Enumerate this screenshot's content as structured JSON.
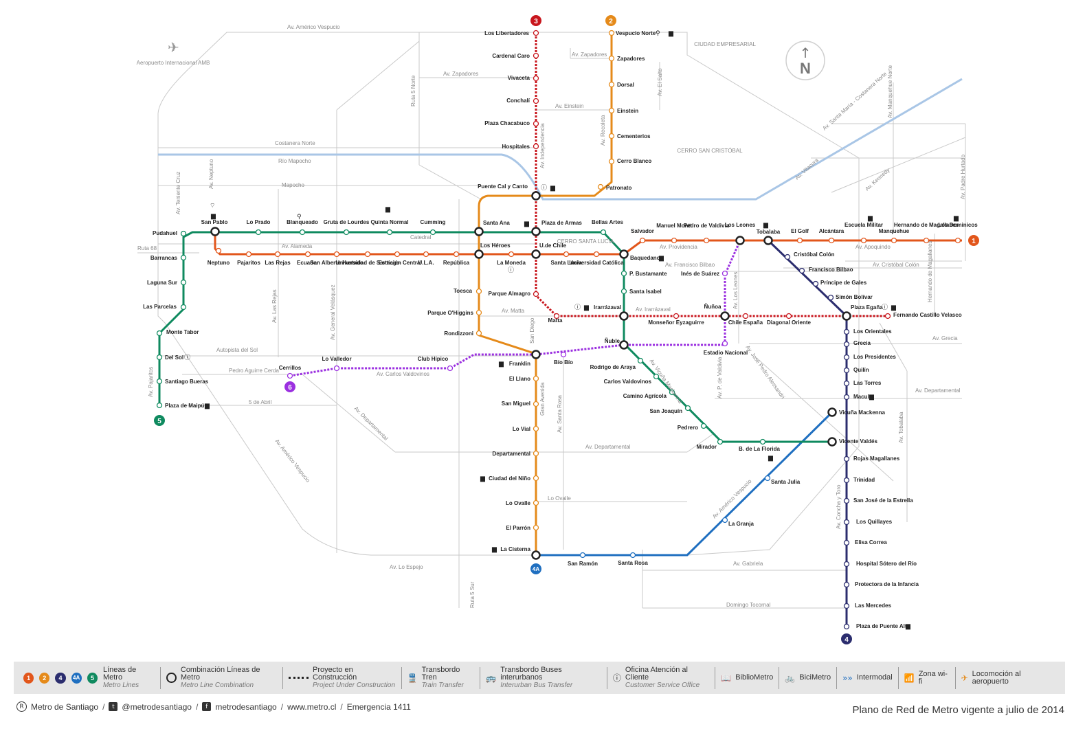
{
  "lines": {
    "l1": {
      "num": "1",
      "color": "#e2561b"
    },
    "l2": {
      "num": "2",
      "color": "#e58a1a"
    },
    "l3": {
      "num": "3",
      "color": "#c8161d"
    },
    "l4": {
      "num": "4",
      "color": "#2b2d6e"
    },
    "l4a": {
      "num": "4A",
      "color": "#1f6fc0"
    },
    "l5": {
      "num": "5",
      "color": "#0f8a5f"
    },
    "l6": {
      "num": "6",
      "color": "#9b30e0"
    }
  },
  "stations": {
    "l1": [
      "San Pablo",
      "Neptuno",
      "Pajaritos",
      "Las Rejas",
      "Ecuador",
      "San Alberto Hurtado",
      "Universidad de Santiago",
      "Estación Central",
      "U.L.A.",
      "República",
      "Los Héroes",
      "La Moneda",
      "U.de Chile",
      "Santa Lucía",
      "Universidad Católica",
      "Baquedano",
      "Salvador",
      "Manuel Montt",
      "Pedro de Valdivia",
      "Los Leones",
      "Tobalaba",
      "El Golf",
      "Alcántara",
      "Escuela Militar",
      "Manquehue",
      "Hernando de Magallanes",
      "Los Dominicos"
    ],
    "l2": [
      "Vespucio Norte",
      "Zapadores",
      "Dorsal",
      "Einstein",
      "Cementerios",
      "Cerro Blanco",
      "Patronato",
      "Puente Cal y Canto",
      "Santa Ana",
      "Los Héroes",
      "Toesca",
      "Parque O'Higgins",
      "Rondizzoni",
      "Franklin",
      "El Llano",
      "San Miguel",
      "Lo Vial",
      "Departamental",
      "Ciudad del Niño",
      "Lo Ovalle",
      "El Parrón",
      "La Cisterna"
    ],
    "l3": [
      "Los Libertadores",
      "Cardenal Caro",
      "Vivaceta",
      "Conchalí",
      "Plaza Chacabuco",
      "Hospitales",
      "Puente Cal y Canto",
      "Plaza de Armas",
      "U.de Chile",
      "Parque Almagro",
      "Matta",
      "Irarrázaval",
      "Monseñor Eyzaguirre",
      "Ñuñoa",
      "Chile España",
      "Diagonal Oriente",
      "Plaza Egaña",
      "Fernando Castillo Velasco"
    ],
    "l4": [
      "Tobalaba",
      "Cristóbal Colón",
      "Francisco Bilbao",
      "Príncipe de Gales",
      "Simón Bolívar",
      "Plaza Egaña",
      "Los Orientales",
      "Grecia",
      "Los Presidentes",
      "Quilín",
      "Las Torres",
      "Macul",
      "Vicuña Mackenna",
      "Vicente Valdés",
      "Rojas Magallanes",
      "Trinidad",
      "San José de la Estrella",
      "Los Quillayes",
      "Elisa Correa",
      "Hospital Sótero del Río",
      "Protectora de la Infancia",
      "Las Mercedes",
      "Plaza de Puente Alto"
    ],
    "l4a": [
      "Vicuña Mackenna",
      "Santa Julia",
      "La Granja",
      "Santa Rosa",
      "San Ramón",
      "La Cisterna"
    ],
    "l5": [
      "Plaza de Maipú",
      "Santiago Bueras",
      "Del Sol",
      "Monte Tabor",
      "Las Parcelas",
      "Laguna Sur",
      "Barrancas",
      "Pudahuel",
      "San Pablo",
      "Lo Prado",
      "Blanqueado",
      "Gruta de Lourdes",
      "Quinta Normal",
      "Cumming",
      "Santa Ana",
      "Plaza de Armas",
      "Bellas Artes",
      "Baquedano",
      "Parque Bustamante",
      "Santa Isabel",
      "Irarrázaval",
      "Ñuble",
      "Rodrigo de Araya",
      "Carlos Valdovinos",
      "Camino Agrícola",
      "San Joaquín",
      "Pedrero",
      "Mirador",
      "Bellavista de La Florida",
      "Vicente Valdés"
    ],
    "l6": [
      "Cerrillos",
      "Lo Valledor",
      "Club Hípico",
      "Franklin",
      "Bío Bío",
      "Ñuble",
      "Estadio Nacional",
      "Inés de Suárez",
      "Los Leones"
    ]
  },
  "station_labels": {
    "san_pablo": "San Pablo",
    "neptuno": "Neptuno",
    "pajaritos": "Pajaritos",
    "las_rejas": "Las Rejas",
    "ecuador": "Ecuador",
    "san_alberto": "San Alberto Hurtado",
    "usach": "Universidad de Santiago",
    "estacion_central": "Estación Central",
    "ula": "U.L.A.",
    "republica": "República",
    "los_heroes": "Los Héroes",
    "la_moneda": "La Moneda",
    "u_chile": "U.de Chile",
    "santa_lucia": "Santa Lucía",
    "u_catolica": "Universidad Católica",
    "baquedano": "Baquedano",
    "salvador": "Salvador",
    "manuel_montt": "Manuel Montt",
    "pedro_valdivia": "Pedro de Valdivia",
    "los_leones": "Los Leones",
    "tobalaba": "Tobalaba",
    "el_golf": "El Golf",
    "alcantara": "Alcántara",
    "escuela_militar": "Escuela Militar",
    "manquehue": "Manquehue",
    "hernando": "Hernando de Magallanes",
    "los_dominicos": "Los Dominicos",
    "vespucio_norte": "Vespucio Norte",
    "zapadores": "Zapadores",
    "dorsal": "Dorsal",
    "einstein": "Einstein",
    "cementerios": "Cementerios",
    "cerro_blanco": "Cerro Blanco",
    "patronato": "Patronato",
    "puente_cal": "Puente Cal y Canto",
    "santa_ana": "Santa Ana",
    "toesca": "Toesca",
    "parque_ohiggins": "Parque O'Higgins",
    "rondizzoni": "Rondizzoni",
    "franklin": "Franklin",
    "el_llano": "El Llano",
    "san_miguel": "San Miguel",
    "lo_vial": "Lo Vial",
    "departamental": "Departamental",
    "ciudad_nino": "Ciudad del Niño",
    "lo_ovalle": "Lo Ovalle",
    "el_parron": "El Parrón",
    "la_cisterna": "La Cisterna",
    "los_libertadores": "Los Libertadores",
    "cardenal_caro": "Cardenal Caro",
    "vivaceta": "Vivaceta",
    "conchali": "Conchalí",
    "plaza_chacabuco": "Plaza Chacabuco",
    "hospitales": "Hospitales",
    "plaza_armas": "Plaza de Armas",
    "parque_almagro": "Parque Almagro",
    "matta": "Matta",
    "irarrazaval": "Irarrázaval",
    "monsenor": "Monseñor Eyzaguirre",
    "nunoa": "Ñuñoa",
    "chile_espana": "Chile España",
    "diagonal_oriente": "Diagonal Oriente",
    "plaza_egana": "Plaza Egaña",
    "fernando_castillo": "Fernando Castillo Velasco",
    "cristobal_colon": "Cristóbal Colón",
    "francisco_bilbao": "Francisco Bilbao",
    "principe_gales": "Príncipe de Gales",
    "simon_bolivar": "Simón Bolívar",
    "los_orientales": "Los Orientales",
    "grecia": "Grecia",
    "los_presidentes": "Los Presidentes",
    "quilin": "Quilín",
    "las_torres": "Las Torres",
    "macul": "Macul",
    "vicuna_mackenna": "Vicuña Mackenna",
    "vicente_valdes": "Vicente Valdés",
    "rojas_magallanes": "Rojas Magallanes",
    "trinidad": "Trinidad",
    "san_jose": "San José de la Estrella",
    "los_quillayes": "Los Quillayes",
    "elisa_correa": "Elisa Correa",
    "hospital_sotero": "Hospital Sótero del Río",
    "protectora": "Protectora de la Infancia",
    "las_mercedes": "Las Mercedes",
    "plaza_puente_alto": "Plaza de Puente Alto",
    "santa_julia": "Santa Julia",
    "la_granja": "La Granja",
    "santa_rosa": "Santa Rosa",
    "san_ramon": "San Ramón",
    "plaza_maipu": "Plaza de Maipú",
    "santiago_bueras": "Santiago Bueras",
    "del_sol": "Del Sol",
    "monte_tabor": "Monte Tabor",
    "las_parcelas": "Las Parcelas",
    "laguna_sur": "Laguna Sur",
    "barrancas": "Barrancas",
    "pudahuel": "Pudahuel",
    "lo_prado": "Lo Prado",
    "blanqueado": "Blanqueado",
    "gruta_lourdes": "Gruta de Lourdes",
    "quinta_normal": "Quinta Normal",
    "cumming": "Cumming",
    "bellas_artes": "Bellas Artes",
    "p_bustamante": "P. Bustamante",
    "santa_isabel": "Santa Isabel",
    "nuble": "Ñuble",
    "rodrigo_araya": "Rodrigo de Araya",
    "carlos_valdovinos": "Carlos Valdovinos",
    "camino_agricola": "Camino Agrícola",
    "san_joaquin": "San Joaquín",
    "pedrero": "Pedrero",
    "mirador": "Mirador",
    "b_florida": "B. de La Florida",
    "cerrillos": "Cerrillos",
    "lo_valledor": "Lo Valledor",
    "club_hipico": "Club Hípico",
    "bio_bio": "Bío Bío",
    "estadio_nacional": "Estadio Nacional",
    "ines_suarez": "Inés de Suárez"
  },
  "streets": {
    "americo_vespucio": "Av. Américo Vespucio",
    "zapadores_a": "Av. Zapadores",
    "zapadores_b": "Av. Zapadores",
    "einstein": "Av. Einstein",
    "el_salto": "Av. El Salto",
    "recoleta": "Av. Recoleta",
    "independencia": "Av. Independencia",
    "costanera_norte": "Costanera Norte",
    "rio_mapocho": "Río Mapocho",
    "mapocho": "Mapocho",
    "ruta5_norte": "Ruta 5 Norte",
    "ruta68": "Ruta 68",
    "alameda": "Av. Alameda",
    "catedral": "Catedral",
    "providencia": "Av. Providencia",
    "apoquindo": "Av. Apoquindo",
    "francisco_bilbao": "Av. Francisco Bilbao",
    "cristobal_colon": "Av. Cristóbal Colón",
    "irarrazaval": "Av. Irarrázaval",
    "matta": "Av. Matta",
    "grecia": "Av. Grecia",
    "autopista_sol": "Autopista del Sol",
    "pedro_aguirre": "Pedro Aguirre Cerda",
    "carlos_valdovinos": "Av. Carlos Valdovinos",
    "cinco_abril": "5 de Abril",
    "departamental_a": "Av. Departamental",
    "departamental_b": "Av. Departamental",
    "departamental_c": "Av. Departamental",
    "lo_ovalle": "Lo Ovalle",
    "lo_espejo": "Av. Lo Espejo",
    "gabriela": "Av. Gabriela",
    "domingo_tocornal": "Domingo Tocornal",
    "ruta5_sur": "Ruta 5 Sur",
    "gran_avenida": "Gran Avenida",
    "santa_rosa": "Av. Santa Rosa",
    "san_diego": "San Diego",
    "vicuna_mackenna": "Av. Vicuña Mackenna",
    "pedro_valdivia": "Av. P. de Valdivia",
    "jose_pedro": "Av. José Pedro Alessandri",
    "los_leones": "Av. Los Leones",
    "americo_vespucio_s": "Av. Américo Vespucio",
    "americo_vespucio_sw": "Av. Américo Vespucio",
    "tobalaba": "Av. Tobalaba",
    "concha_toro": "Av. Concha y Toro",
    "general_velasquez": "Av. General Velásquez",
    "las_rejas": "Av. Las Rejas",
    "pajaritos": "Av. Pajaritos",
    "teniente_cruz": "Av. Teniente Cruz",
    "neptuno": "Av. Neptuno",
    "santa_maria": "Av. Santa María - Costanera Norte",
    "vitacura": "Av. Vitacura",
    "kennedy": "Av. Kennedy",
    "manquehue": "Av. Manquehue Norte",
    "padre_hurtado": "Av. Padre Hurtado",
    "hernando": "Hernando de Magallanes"
  },
  "areas": {
    "airport": "Aeropuerto Internacional AMB",
    "ciudad_empresarial": "CIUDAD EMPRESARIAL",
    "san_cristobal": "CERRO SAN CRISTÓBAL",
    "santa_lucia": "CERRO SANTA LUCÍA"
  },
  "compass": "N",
  "legend": {
    "lines_title": "Líneas de Metro",
    "lines_sub": "Metro Lines",
    "combo_title": "Combinación Líneas de Metro",
    "combo_sub": "Metro Line Combination",
    "project_title": "Proyecto en Construcción",
    "project_sub": "Project Under Construction",
    "train_title": "Transbordo Tren",
    "train_sub": "Train Transfer",
    "bus_title": "Transbordo Buses interurbanos",
    "bus_sub": "Interurban Bus Transfer",
    "oac_title": "Oficina Atención al Cliente",
    "oac_sub": "Customer Service Office",
    "bibliometro": "BiblioMetro",
    "bicimetro": "BiciMetro",
    "intermodal": "Intermodal",
    "wifi": "Zona wi-fi",
    "airport": "Locomoción al aeropuerto"
  },
  "footer": {
    "brand": "Metro de Santiago",
    "twitter": "@metrodesantiago",
    "facebook": "metrodesantiago",
    "site": "www.metro.cl",
    "emergency": "Emergencia 1411",
    "plan_title": "Plano de Red de Metro vigente a julio de 2014"
  }
}
